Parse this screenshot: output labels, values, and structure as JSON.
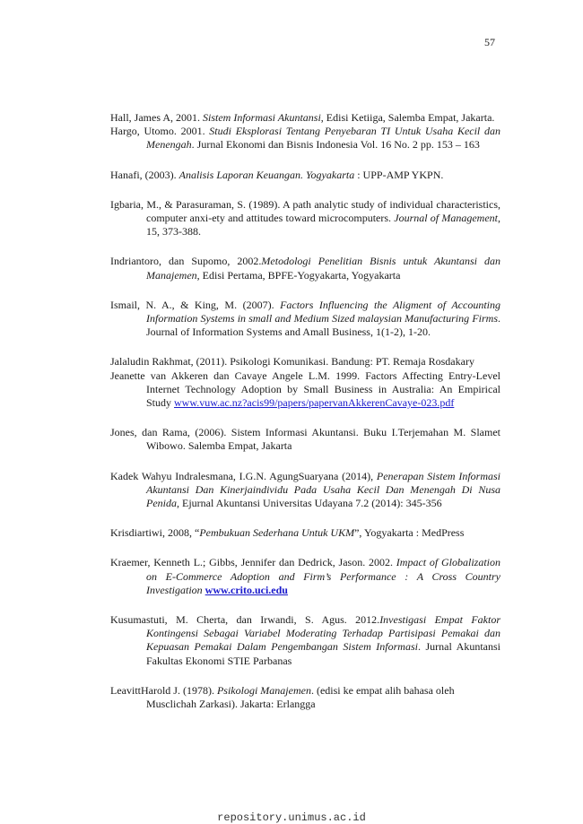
{
  "page_number": "57",
  "footer": "repository.unimus.ac.id",
  "references": [
    {
      "id": "hall",
      "parts": [
        {
          "t": "Hall, James A, 2001. "
        },
        {
          "t": "Sistem Informasi Akuntansi",
          "i": true
        },
        {
          "t": ", Edisi Ketiiga, Salemba Empat, Jakarta."
        }
      ]
    },
    {
      "id": "hargo",
      "parts": [
        {
          "t": "Hargo, Utomo. 2001. "
        },
        {
          "t": "Studi Eksplorasi Tentang Penyebaran TI Untuk Usaha Kecil dan Menengah",
          "i": true
        },
        {
          "t": ". Jurnal Ekonomi dan Bisnis Indonesia Vol. 16 No. 2 pp. 153 – 163"
        }
      ]
    },
    {
      "id": "hanafi",
      "parts": [
        {
          "t": "Hanafi,  (2003). "
        },
        {
          "t": "Analisis Laporan Keuangan. Yogyakarta",
          "i": true
        },
        {
          "t": " : UPP-AMP YKPN."
        }
      ]
    },
    {
      "id": "igbaria",
      "parts": [
        {
          "t": "Igbaria, M., & Parasuraman, S. (1989). A path analytic study of individual characteristics, computer anxi-ety and attitudes toward microcomputers. "
        },
        {
          "t": "Journal of Management",
          "i": true
        },
        {
          "t": ", 15, 373-388."
        }
      ]
    },
    {
      "id": "indriantoro",
      "parts": [
        {
          "t": "Indriantoro, dan Supomo, 2002."
        },
        {
          "t": "Metodologi Penelitian Bisnis untuk Akuntansi dan Manajemen",
          "i": true
        },
        {
          "t": ", Edisi Pertama, BPFE-Yogyakarta, Yogyakarta"
        }
      ]
    },
    {
      "id": "ismail",
      "parts": [
        {
          "t": "Ismail, N. A., & King, M. (2007). "
        },
        {
          "t": "Factors Influencing the Aligment of Accounting Information Systems in small and Medium Sized malaysian Manufacturing Firms",
          "i": true
        },
        {
          "t": ". Journal of Information Systems and Amall Business,  1(1-2), 1-20."
        }
      ]
    },
    {
      "id": "jalaludin",
      "parts": [
        {
          "t": "Jalaludin Rakhmat, (2011). Psikologi Komunikasi. Bandung: PT. Remaja Rosdakary"
        }
      ]
    },
    {
      "id": "jeanette",
      "parts": [
        {
          "t": "Jeanette van Akkeren dan Cavaye Angele L.M. 1999. Factors Affecting Entry-Level Internet Technology Adoption by Small Business in Australia: An Empirical Study "
        },
        {
          "t": "www.vuw.ac.nz?acis99/papers/papervanAkkerenCavaye-023.pdf",
          "link": true
        }
      ]
    },
    {
      "id": "jones",
      "parts": [
        {
          "t": "Jones, dan Rama, (2006). Sistem Informasi Akuntansi. Buku I.Terjemahan M. Slamet Wibowo. Salemba Empat, Jakarta"
        }
      ]
    },
    {
      "id": "kadek",
      "parts": [
        {
          "t": "Kadek Wahyu Indralesmana, I.G.N. AgungSuaryana (2014), "
        },
        {
          "t": "Penerapan Sistem Informasi Akuntansi Dan Kinerjaindividu Pada Usaha Kecil Dan Menengah Di Nusa Penida",
          "i": true
        },
        {
          "t": ", Ejurnal Akuntansi Universitas Udayana 7.2 (2014): 345-356"
        }
      ]
    },
    {
      "id": "krisdiartiwi",
      "parts": [
        {
          "t": "Krisdiartiwi, 2008, “"
        },
        {
          "t": "Pembukuan Sederhana Untuk UKM",
          "i": true
        },
        {
          "t": "”, Yogyakarta : MedPress"
        }
      ]
    },
    {
      "id": "kraemer",
      "parts": [
        {
          "t": "Kraemer, Kenneth L.; Gibbs, Jennifer dan Dedrick, Jason. 2002. "
        },
        {
          "t": "Impact of Globalization on E-Commerce Adoption and Firm’s Performance : A Cross Country Investigation",
          "i": true
        },
        {
          "t": " "
        },
        {
          "t": "www.crito.uci.edu",
          "link": true,
          "b": true
        }
      ]
    },
    {
      "id": "kusumastuti",
      "parts": [
        {
          "t": "Kusumastuti, M. Cherta, dan Irwandi, S. Agus. 2012."
        },
        {
          "t": "Investigasi Empat Faktor Kontingensi Sebagai Variabel Moderating Terhadap Partisipasi Pemakai dan Kepuasan Pemakai Dalam Pengembangan Sistem Informasi",
          "i": true
        },
        {
          "t": ". Jurnal Akuntansi Fakultas Ekonomi STIE Parbanas"
        }
      ]
    },
    {
      "id": "leavitt",
      "parts": [
        {
          "t": "LeavittHarold J. (1978). "
        },
        {
          "t": "Psikologi Manajemen",
          "i": true
        },
        {
          "t": ". (edisi ke empat alih bahasa oleh Musclichah Zarkasi). Jakarta: Erlangga"
        }
      ]
    }
  ]
}
